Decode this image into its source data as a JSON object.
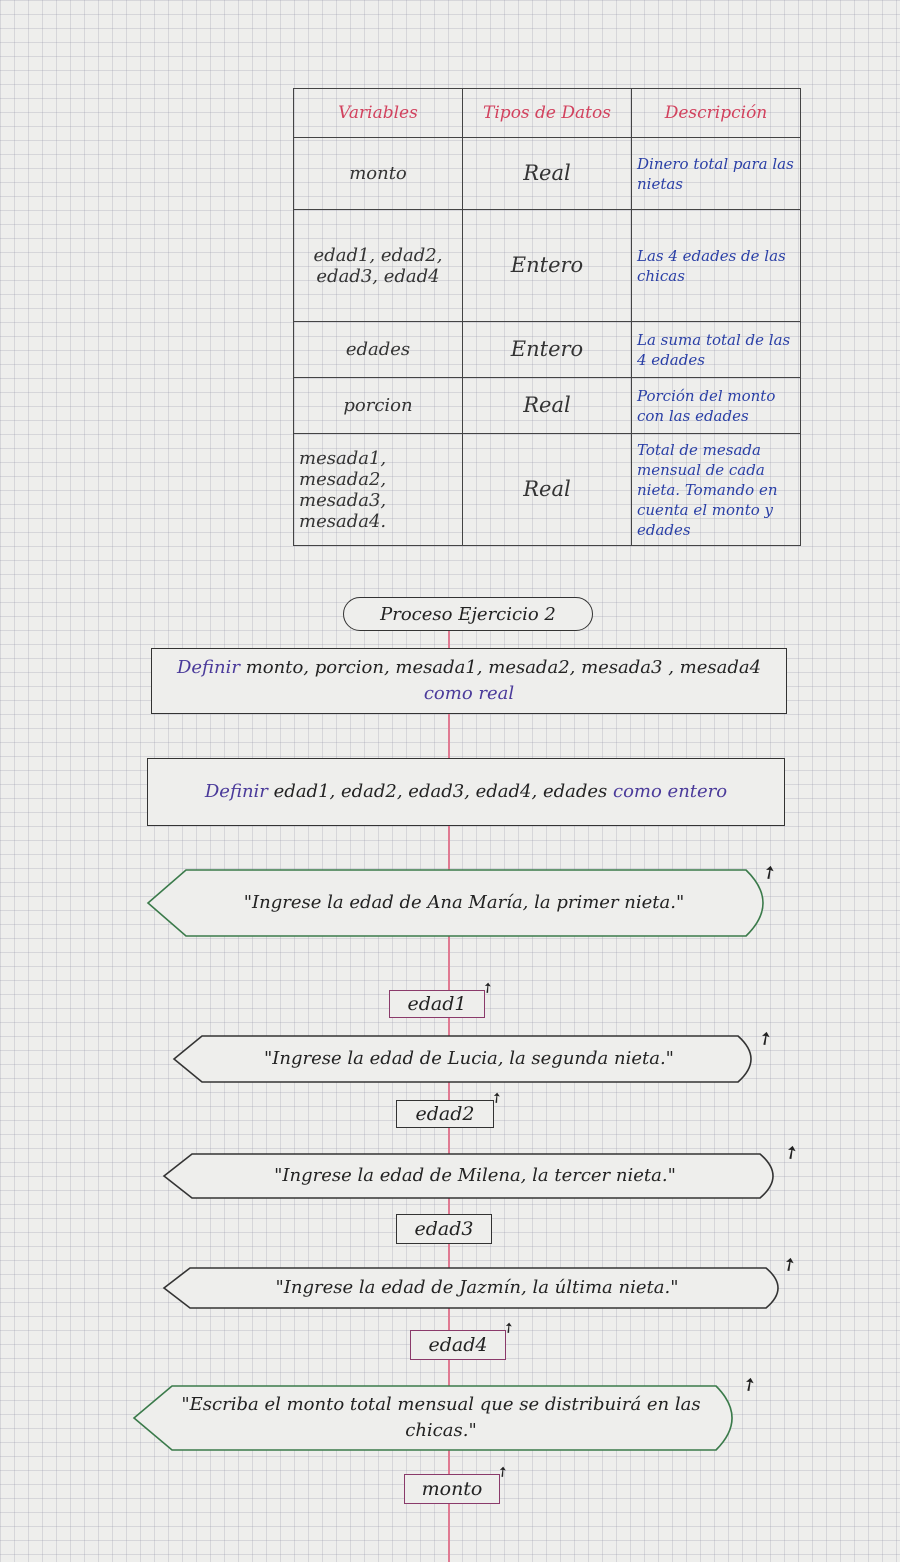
{
  "table": {
    "headers": [
      "Variables",
      "Tipos de Datos",
      "Descripción"
    ],
    "rows": [
      {
        "variable": "monto",
        "type": "Real",
        "description": "Dinero total para las nietas"
      },
      {
        "variable": "edad1, edad2, edad3, edad4",
        "type": "Entero",
        "description": "Las 4 edades de las chicas"
      },
      {
        "variable": "edades",
        "type": "Entero",
        "description": "La suma total de las 4 edades"
      },
      {
        "variable": "porcion",
        "type": "Real",
        "description": "Porción del monto con las edades"
      },
      {
        "variable": "mesada1, mesada2, mesada3, mesada4.",
        "type": "Real",
        "description": "Total de mesada mensual de cada nieta. Tomando en cuenta el monto y edades"
      }
    ]
  },
  "flowchart": {
    "start": "Proceso Ejercicio 2",
    "define_real": {
      "keyword": "Definir",
      "vars": "monto, porcion, mesada1, mesada2, mesada3 , mesada4",
      "type": "como real"
    },
    "define_int": {
      "keyword": "Definir",
      "vars": "edad1, edad2, edad3, edad4, edades",
      "type": "como entero"
    },
    "steps": [
      {
        "prompt": "\"Ingrese la edad de Ana María, la primer nieta.\"",
        "input": "edad1"
      },
      {
        "prompt": "\"Ingrese la edad de Lucia, la segunda nieta.\"",
        "input": "edad2"
      },
      {
        "prompt": "\"Ingrese la edad de Milena, la tercer nieta.\"",
        "input": "edad3"
      },
      {
        "prompt": "\"Ingrese la edad de Jazmín, la última nieta.\"",
        "input": "edad4"
      },
      {
        "prompt": "\"Escriba el monto total mensual que se distribuirá en las chicas.\"",
        "input": "monto"
      }
    ]
  },
  "colors": {
    "header_text": "#d2425e",
    "description_text": "#2a3fa6",
    "keyword_text": "#4a3a9a",
    "io_border": "#3a7a4a",
    "input_border": "#8a3a6a",
    "flow_line": "#e07a92"
  }
}
